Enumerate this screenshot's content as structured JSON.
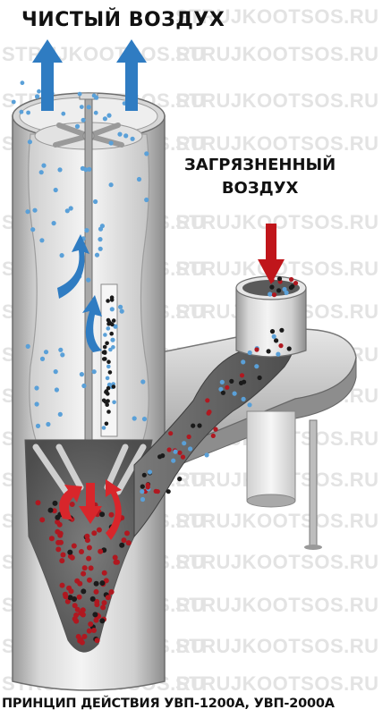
{
  "labels": {
    "clean_air": "ЧИСТЫЙ ВОЗДУХ",
    "dirty_air_line1": "ЗАГРЯЗНЕННЫЙ",
    "dirty_air_line2": "ВОЗДУХ",
    "caption": "ПРИНЦИП ДЕЙСТВИЯ УВП-1200А, УВП-2000А"
  },
  "watermark": "STRUJKOOTSOS.RU",
  "colors": {
    "clean_arrow": "#2f7cc2",
    "dirty_arrow": "#c0161b",
    "clean_particle": "#5aa0d8",
    "dirty_particle_red": "#b01820",
    "dirty_particle_black": "#1a1a1a"
  }
}
